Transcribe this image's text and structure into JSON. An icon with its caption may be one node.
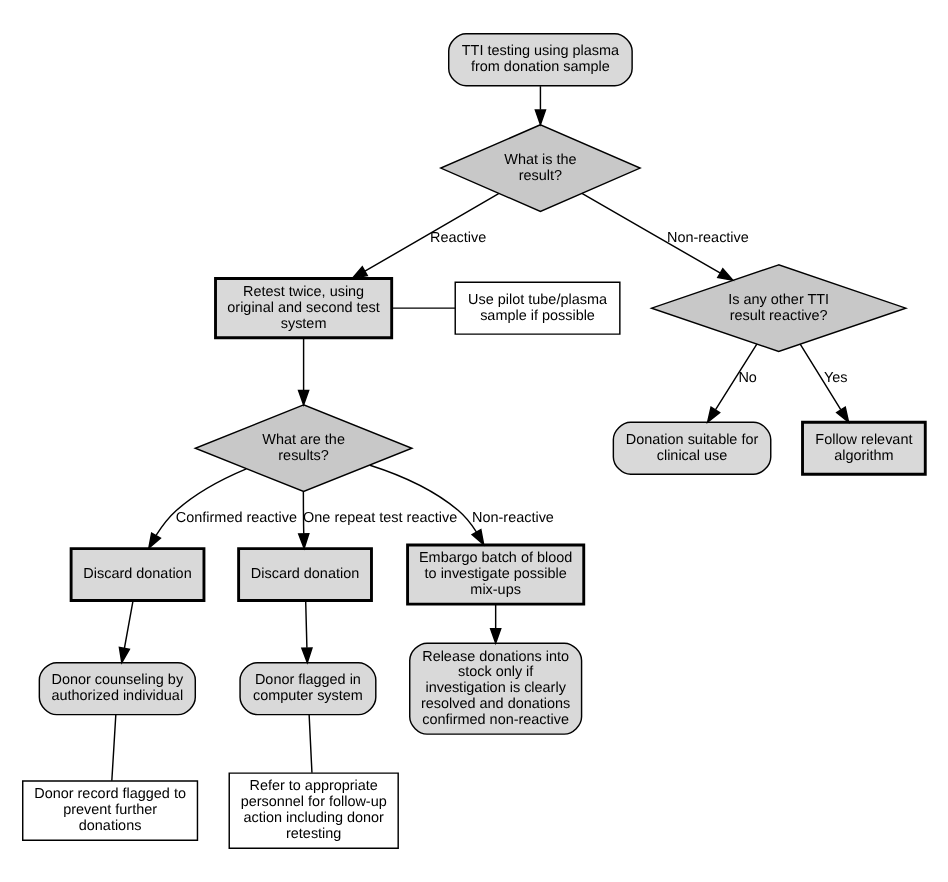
{
  "diagram": {
    "nodes": [
      {
        "text": [
          "TTI testing using plasma from donation sample"
        ]
      },
      {
        "text": [
          "What is the result?"
        ]
      },
      {
        "text": [
          "Retest twice, using original and second test system"
        ]
      },
      {
        "text": [
          "Use pilot tube/plasma sample if possible"
        ]
      },
      {
        "text": [
          "Is any other TTI result reactive?"
        ]
      },
      {
        "text": [
          "Follow relevant algorithm"
        ]
      },
      {
        "text": [
          "Donation suitable for clinical use"
        ]
      },
      {
        "text": [
          "What are the results?"
        ]
      },
      {
        "text": [
          "Discard donation"
        ]
      },
      {
        "text": [
          "Discard donation"
        ]
      },
      {
        "text": [
          "Embargo batch of blood to investigate possible mix-ups"
        ]
      },
      {
        "text": [
          "Donor counseling by authorized individual"
        ]
      },
      {
        "text": [
          "Donor flagged in computer system"
        ]
      },
      {
        "text": [
          "Release donations into stock only if investigation is clearly resolved and donations confirmed non-reactive"
        ]
      },
      {
        "text": [
          "Donor record flagged to prevent further donations"
        ]
      },
      {
        "text": [
          "Refer to appropriate personnel for follow-up action including donor retesting"
        ]
      }
    ],
    "edges": [
      {
        "from": 0,
        "to": 1,
        "arrow": "to"
      },
      {
        "from": 1,
        "to": 2,
        "arrow": "to",
        "label": "Reactive"
      },
      {
        "from": 1,
        "to": 4,
        "arrow": "to",
        "label": "Non-reactive"
      },
      {
        "from": 3,
        "to": 2,
        "arrow": "none"
      },
      {
        "from": 2,
        "to": 7,
        "arrow": "to"
      },
      {
        "from": 4,
        "to": 5,
        "arrow": "to",
        "label": "Yes"
      },
      {
        "from": 4,
        "to": 6,
        "arrow": "to",
        "label": "No"
      },
      {
        "from": 7,
        "to": 8,
        "arrow": "to",
        "label": "Confirmed reactive"
      },
      {
        "from": 7,
        "to": 9,
        "arrow": "to",
        "label": "One repeat test reactive"
      },
      {
        "from": 7,
        "to": 10,
        "arrow": "to",
        "label": "Non-reactive"
      },
      {
        "from": 8,
        "to": 11,
        "arrow": "to"
      },
      {
        "from": 9,
        "to": 12,
        "arrow": "to"
      },
      {
        "from": 10,
        "to": 13,
        "arrow": "to"
      },
      {
        "from": 11,
        "to": 14,
        "arrow": "none"
      },
      {
        "from": 12,
        "to": 15,
        "arrow": "none"
      }
    ]
  }
}
